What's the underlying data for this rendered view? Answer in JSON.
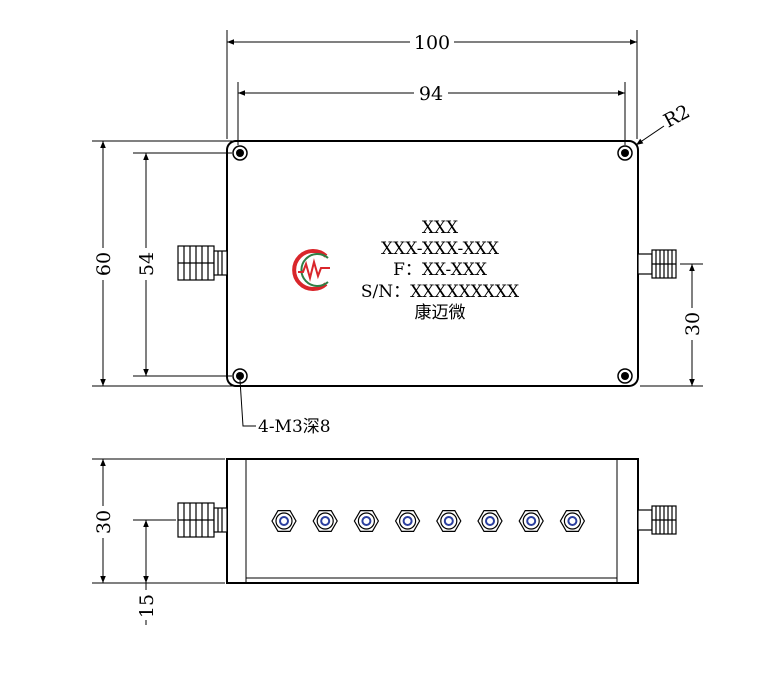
{
  "top_view": {
    "dimensions": {
      "overall_width": "100",
      "hole_spacing_x": "94",
      "overall_height": "60",
      "hole_spacing_y": "54",
      "connector_offset": "30",
      "corner_radius": "R2"
    },
    "mounting_holes_note": "4-M3深8",
    "label": {
      "line1": "XXX",
      "line2": "XXX-XXX-XXX",
      "line3": "F：XX-XXX",
      "line4": "S/N：XXXXXXXXX",
      "line5": "康迈微"
    }
  },
  "side_view": {
    "dimensions": {
      "overall_height": "30",
      "connector_height": "15"
    },
    "terminal_count": 8
  },
  "colors": {
    "logo_red": "#d9262b",
    "logo_green": "#2f7f45",
    "terminal_blue": "#2b3f9e"
  }
}
